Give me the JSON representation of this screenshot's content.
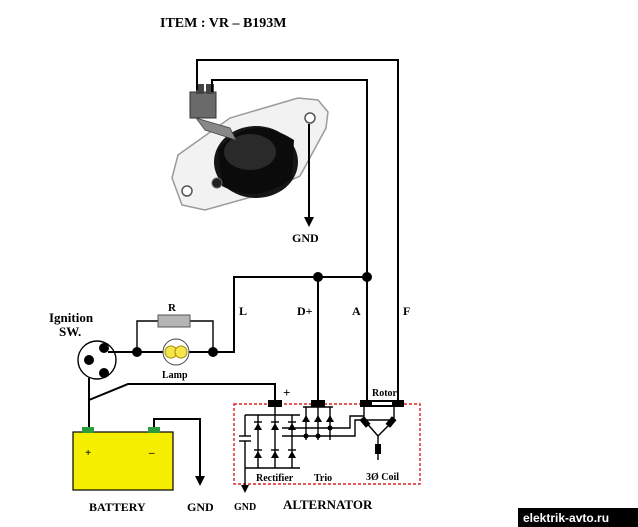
{
  "title": "ITEM : VR –  B193M",
  "labels": {
    "gnd_top": "GND",
    "ignition_line1": "Ignition",
    "ignition_line2": "SW.",
    "resistor": "R",
    "lamp": "Lamp",
    "terminal_L": "L",
    "terminal_Dplus": "D+",
    "terminal_A": "A",
    "terminal_F": "F",
    "plus": "+",
    "rotor": "Rotor",
    "rectifier": "Rectifier",
    "trio": "Trio",
    "coil": "3Ø Coil",
    "battery": "BATTERY",
    "battery_plus": "+",
    "battery_minus": "–",
    "gnd_battery": "GND",
    "gnd_alternator": "GND",
    "alternator": "ALTERNATOR"
  },
  "watermark": "elektrik-avto.ru",
  "colors": {
    "battery_fill": "#f5ee00",
    "terminal_green": "#2e9b3e",
    "alternator_box": "#dd2222",
    "lamp_yellow": "#f5e64c",
    "regulator_body": "#f0f0f0",
    "regulator_cap": "#111111"
  }
}
